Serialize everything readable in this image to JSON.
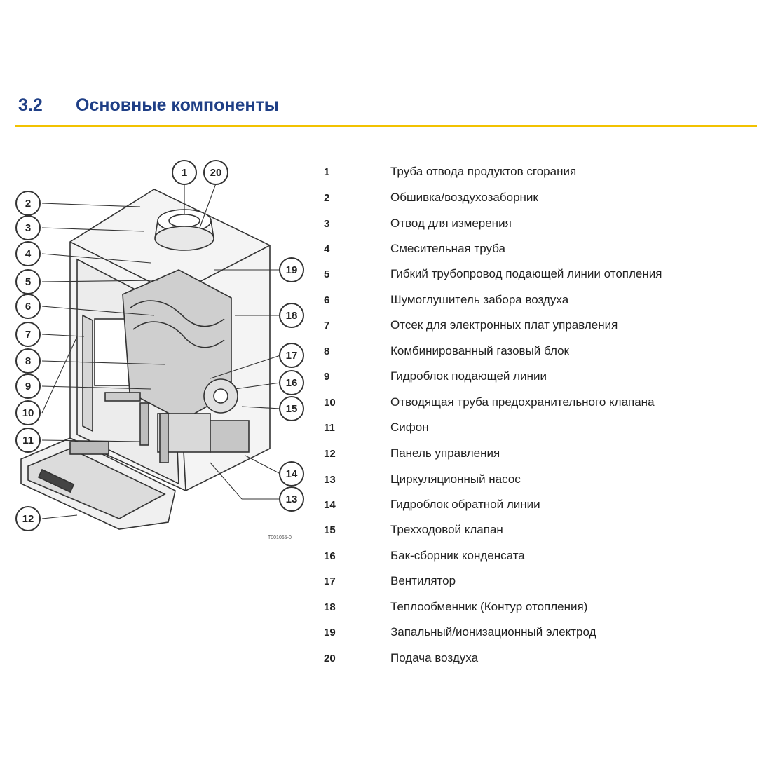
{
  "section": {
    "number": "3.2",
    "title": "Основные компоненты"
  },
  "diagram": {
    "drawing_code": "T001065-0",
    "callouts_left": [
      "2",
      "3",
      "4",
      "5",
      "6",
      "7",
      "8",
      "9",
      "10",
      "11",
      "12"
    ],
    "callouts_right": [
      "19",
      "18",
      "17",
      "16",
      "15",
      "14",
      "13"
    ],
    "callouts_top": [
      "1",
      "20"
    ]
  },
  "legend": [
    {
      "num": "1",
      "text": "Труба отвода продуктов сгорания"
    },
    {
      "num": "2",
      "text": "Обшивка/воздухозаборник"
    },
    {
      "num": "3",
      "text": "Отвод для измерения"
    },
    {
      "num": "4",
      "text": "Смесительная труба"
    },
    {
      "num": "5",
      "text": "Гибкий трубопровод подающей линии отопления"
    },
    {
      "num": "6",
      "text": "Шумоглушитель забора воздуха"
    },
    {
      "num": "7",
      "text": "Отсек для электронных плат управления"
    },
    {
      "num": "8",
      "text": "Комбинированный газовый блок"
    },
    {
      "num": "9",
      "text": "Гидроблок подающей линии"
    },
    {
      "num": "10",
      "text": "Отводящая труба предохранительного клапана"
    },
    {
      "num": "11",
      "text": "Сифон"
    },
    {
      "num": "12",
      "text": "Панель управления"
    },
    {
      "num": "13",
      "text": "Циркуляционный насос"
    },
    {
      "num": "14",
      "text": "Гидроблок обратной линии"
    },
    {
      "num": "15",
      "text": "Трехходовой клапан"
    },
    {
      "num": "16",
      "text": "Бак-сборник конденсата"
    },
    {
      "num": "17",
      "text": "Вентилятор"
    },
    {
      "num": "18",
      "text": "Теплообменник (Контур отопления)"
    },
    {
      "num": "19",
      "text": "Запальный/ионизационный электрод"
    },
    {
      "num": "20",
      "text": "Подача воздуха"
    }
  ]
}
